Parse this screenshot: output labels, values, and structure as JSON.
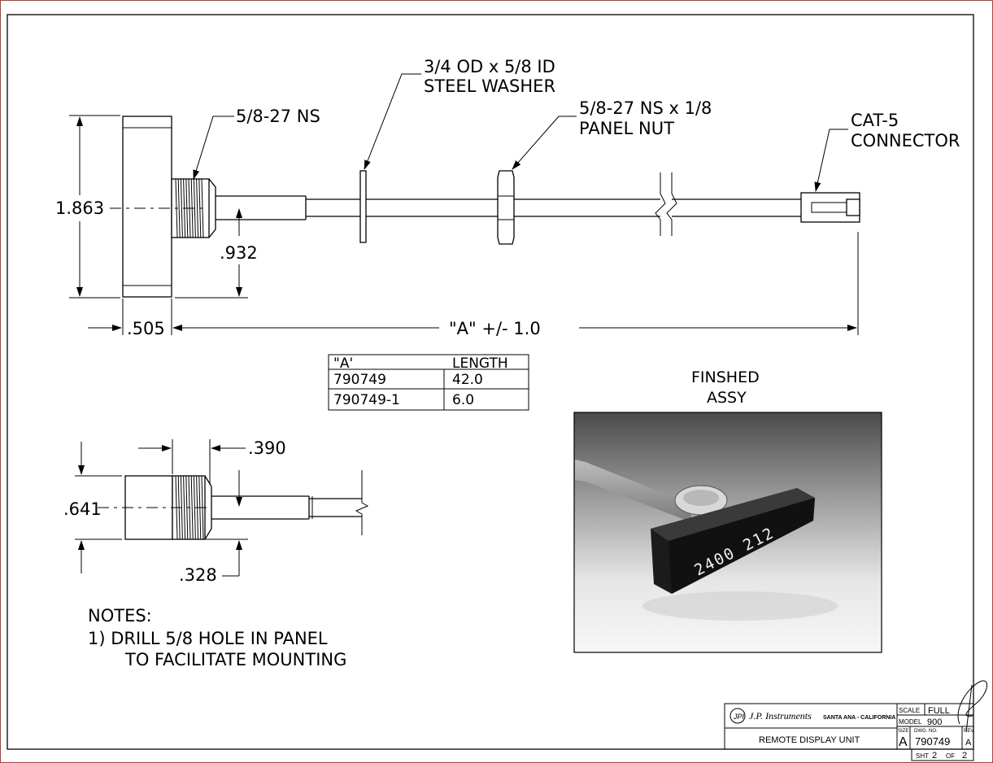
{
  "labels": {
    "thread_top": "5/8-27 NS",
    "washer_l1": "3/4 OD x 5/8 ID",
    "washer_l2": "STEEL WASHER",
    "nut_l1": "5/8-27 NS x 1/8",
    "nut_l2": "PANEL NUT",
    "conn_l1": "CAT-5",
    "conn_l2": "CONNECTOR"
  },
  "dims": {
    "height": "1.863",
    "half_height": ".932",
    "flange": ".505",
    "length": "\"A\" +/- 1.0",
    "small_h": ".641",
    "thread_len": ".390",
    "small_half": ".328"
  },
  "table": {
    "headers": [
      "\"A'",
      "LENGTH"
    ],
    "rows": [
      [
        "790749",
        "42.0"
      ],
      [
        "790749-1",
        "6.0"
      ]
    ]
  },
  "photo": {
    "caption_l1": "FINSHED",
    "caption_l2": "ASSY",
    "display_text": "2400 212"
  },
  "notes": {
    "title": "NOTES:",
    "l1": "1) DRILL 5/8 HOLE IN PANEL",
    "l2": "TO FACILITATE MOUNTING"
  },
  "title_block": {
    "company": "J.P. Instruments",
    "location": "SANTA ANA - CALIFORNIA",
    "title": "REMOTE DISPLAY UNIT",
    "scale_label": "SCALE",
    "scale": "FULL",
    "model_label": "MODEL",
    "model": "900",
    "size_label": "SIZE",
    "size": "A",
    "dwg_label": "DWG. NO.",
    "dwg": "790749",
    "rev_label": "REV",
    "rev": "A",
    "sht_label": "SHT",
    "sht": "2",
    "of_label": "OF",
    "of": "2"
  }
}
